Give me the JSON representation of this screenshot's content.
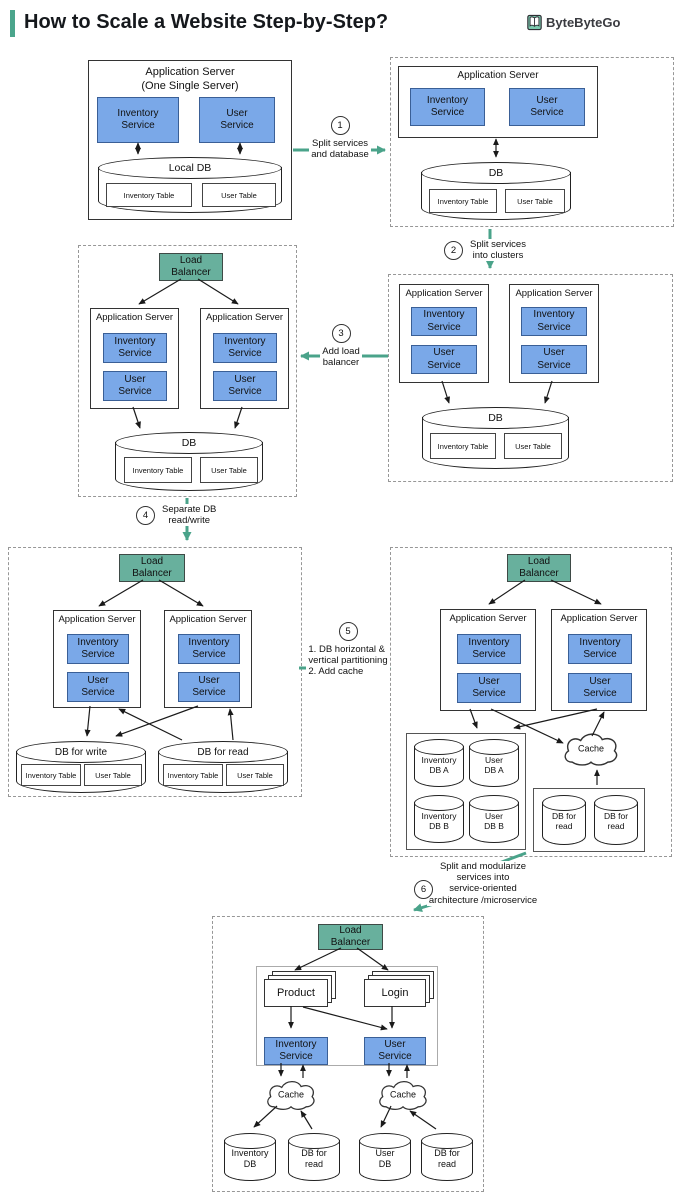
{
  "header": {
    "title": "How to Scale a Website Step-by-Step?",
    "brand": "ByteByteGo"
  },
  "colors": {
    "accent": "#4ba58c",
    "service_fill": "#7aa8e8",
    "lb_fill": "#68b09d"
  },
  "labels": {
    "application_server": "Application Server",
    "one_single_server": "(One Single Server)",
    "inventory_service": "Inventory\nService",
    "user_service": "User\nService",
    "local_db": "Local DB",
    "db": "DB",
    "inventory_table": "Inventory Table",
    "user_table": "User Table",
    "load_balancer": "Load\nBalancer",
    "db_for_write": "DB for write",
    "db_for_read": "DB for read",
    "inventory_db_a": "Inventory\nDB A",
    "user_db_a": "User\nDB A",
    "inventory_db_b": "Inventory\nDB B",
    "user_db_b": "User\nDB B",
    "db_for_read_2": "DB for\nread",
    "cache": "Cache",
    "product": "Product",
    "login": "Login",
    "inventory_db": "Inventory\nDB",
    "user_db": "User\nDB"
  },
  "steps": [
    {
      "num": "1",
      "text": "Split services\nand database"
    },
    {
      "num": "2",
      "text": "Split services\ninto clusters"
    },
    {
      "num": "3",
      "text": "Add load\nbalancer"
    },
    {
      "num": "4",
      "text": "Separate DB\nread/write"
    },
    {
      "num": "5",
      "text": "1. DB horizontal &\nvertical partitioning\n2. Add cache"
    },
    {
      "num": "6",
      "text": "Split and modularize\nservices into\nservice-oriented\narchitecture /microservice"
    }
  ]
}
